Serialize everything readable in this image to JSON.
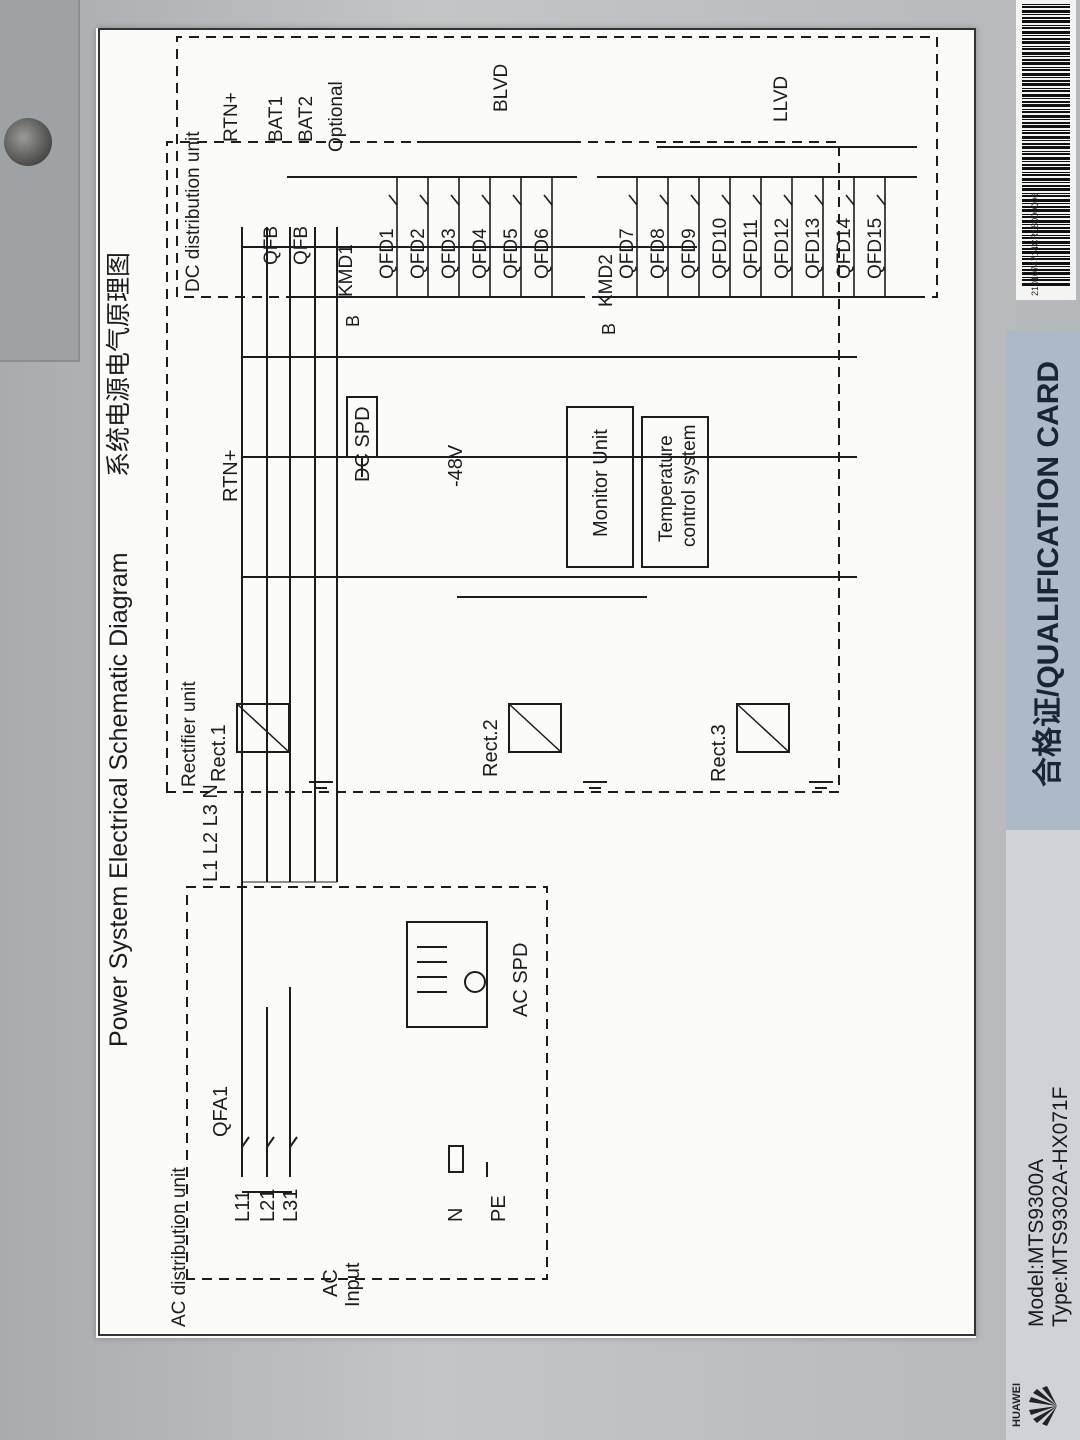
{
  "title_en": "Power System Electrical Schematic Diagram",
  "title_zh": "系统电源电气原理图",
  "units": {
    "ac_distribution": "AC distribution unit",
    "rectifier": "Rectifier unit",
    "dc_distribution": "DC distribution unit"
  },
  "ac_section": {
    "input_line1": "AC",
    "input_line2": "Input",
    "phase_inputs": [
      "L11",
      "L21",
      "L31"
    ],
    "neutral": "N",
    "protective_earth": "PE",
    "breaker": "QFA1",
    "surge": "AC SPD",
    "bus_labels": "L1 L2 L3 N"
  },
  "rectifiers": [
    "Rect.1",
    "Rect.2",
    "Rect.3"
  ],
  "dc_section": {
    "rtn_bus": "RTN+",
    "rtn_top": "RTN+",
    "negative_bus": "-48V",
    "surge": "DC SPD",
    "monitor": "Monitor Unit",
    "temperature_line1": "Temperature",
    "temperature_line2": "control system",
    "battery_breakers": [
      "QFB",
      "QFB"
    ],
    "batteries": [
      "BAT1",
      "BAT2"
    ],
    "optional": "Optional",
    "contactors": [
      "KMD1",
      "KMD2"
    ],
    "bypass_marks": [
      "B",
      "B"
    ],
    "blvd": "BLVD",
    "llvd": "LLVD",
    "blvd_breakers": [
      "QFD1",
      "QFD2",
      "QFD3",
      "QFD4",
      "QFD5",
      "QFD6"
    ],
    "llvd_breakers": [
      "QFD7",
      "QFD8",
      "QFD9",
      "QFD10",
      "QFD11",
      "QFD12",
      "QFD13",
      "QFD14",
      "QFD15"
    ]
  },
  "card": {
    "brand": "HUAWEI",
    "model": "Model:MTS9300A",
    "type": "Type:MTS9302A-HX071F",
    "qualification_zh": "合格证/",
    "qualification_en": "QUALIFICATION CARD",
    "serial": "2101074714CR18000006"
  },
  "colors": {
    "ink": "#1c1c1c",
    "paper": "#fbfbfa",
    "card_blue": "#aeb9c7"
  }
}
